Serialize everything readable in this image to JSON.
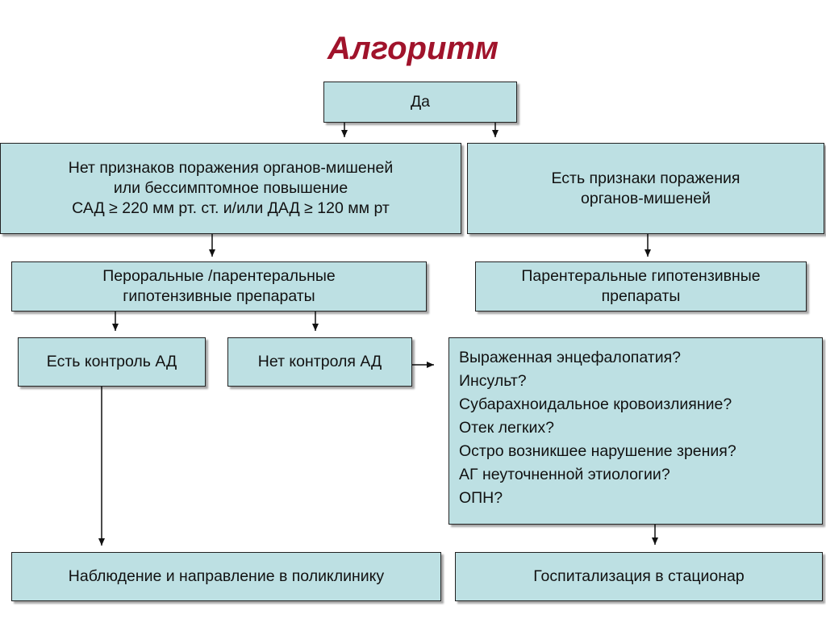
{
  "title": "Алгоритм",
  "boxes": {
    "da": {
      "lines": [
        "Да"
      ]
    },
    "no_damage": {
      "lines": [
        "Нет признаков поражения органов-мишеней",
        "или бессимптомное повышение",
        "САД ≥ 220 мм рт. ст. и/или ДАД ≥ 120 мм рт"
      ]
    },
    "damage": {
      "lines": [
        "Есть признаки поражения",
        "органов-мишеней"
      ]
    },
    "oral_parenteral": {
      "lines": [
        "Пероральные /парентеральные",
        "гипотензивные препараты"
      ]
    },
    "parenteral": {
      "lines": [
        "Парентеральные гипотензивные",
        "препараты"
      ]
    },
    "control_yes": {
      "lines": [
        "Есть контроль АД"
      ]
    },
    "control_no": {
      "lines": [
        "Нет контроля АД"
      ]
    },
    "conditions": {
      "lines": [
        "Выраженная энцефалопатия?",
        "Инсульт?",
        "Субарахноидальное кровоизлияние?",
        "Отек легких?",
        "Остро возникшее нарушение зрения?",
        "АГ неуточненной этиологии?",
        "ОПН?"
      ]
    },
    "observation": {
      "lines": [
        "Наблюдение и направление в поликлинику"
      ]
    },
    "hospitalization": {
      "lines": [
        "Госпитализация в стационар"
      ]
    }
  },
  "colors": {
    "box_fill": "#bde0e3",
    "title": "#a0132b"
  }
}
